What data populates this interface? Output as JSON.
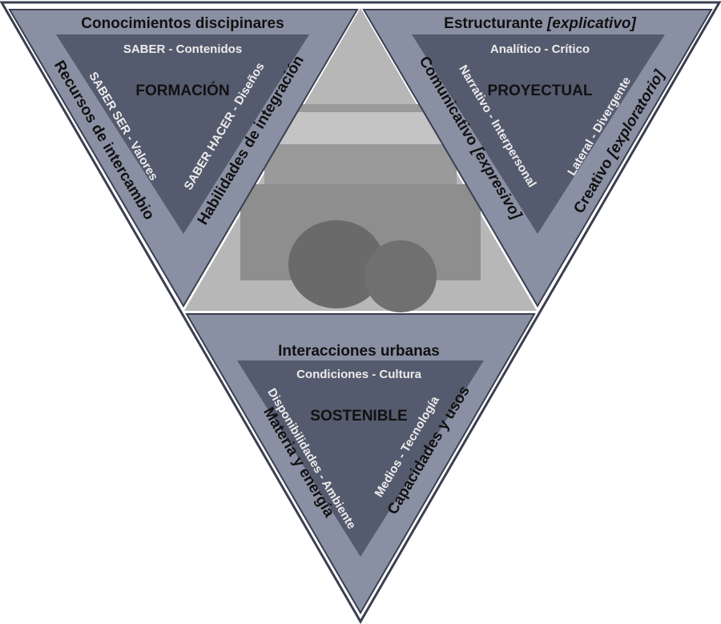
{
  "colors": {
    "outer_triangle": "#8a90a3",
    "inner_triangle": "#555b6e",
    "border": "#3a3f50",
    "photo_gray": "#a8a8a8",
    "background": "#ffffff"
  },
  "center_image": {
    "description_icon": "photo-icon"
  },
  "formacion": {
    "title": "Conocimientos discipinares",
    "top": "SABER - Contenidos",
    "center": "FORMACIÓN",
    "left_inner": "SABER SER - Valores",
    "right_inner": "SABER HACER - Diseños",
    "left_outer": "Recursos de intercambio",
    "right_outer": "Habilidades de integración"
  },
  "proyectual": {
    "title_main": "Estructurante ",
    "title_italic": "[explicativo]",
    "top": "Analítico - Crítico",
    "center": "PROYECTUAL",
    "left_inner": "Narrativo - Interpersonal",
    "right_inner": "Lateral - Divergente",
    "left_outer_main": "Comunicativo ",
    "left_outer_italic": "[expresivo]",
    "right_outer_main": "Creativo ",
    "right_outer_italic": "[exploratorio]"
  },
  "sostenible": {
    "title": "Interacciones urbanas",
    "top": "Condiciones - Cultura",
    "center": "SOSTENIBLE",
    "left_inner": "Disponibilidades - Ambiente",
    "right_inner": "Medios - Tecnología",
    "left_outer": "Materia y energía",
    "right_outer": "Capacidades y usos"
  }
}
